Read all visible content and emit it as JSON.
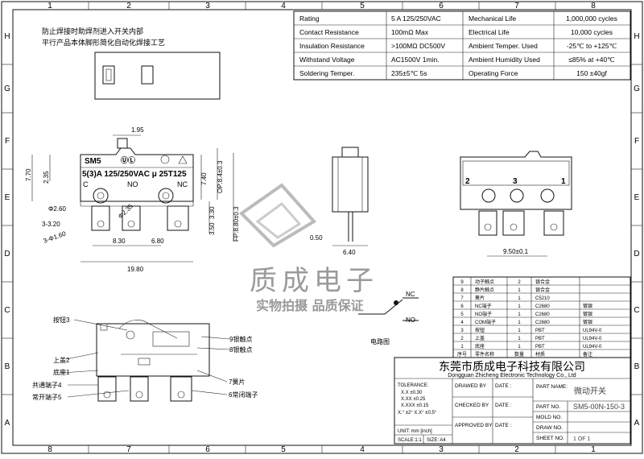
{
  "border": {
    "cols_top": [
      "1",
      "2",
      "3",
      "4",
      "5",
      "6",
      "7",
      "8"
    ],
    "cols_bottom": [
      "8",
      "7",
      "6",
      "5",
      "4",
      "3",
      "2",
      "1"
    ],
    "rows_left": [
      "H",
      "G",
      "F",
      "E",
      "D",
      "C",
      "B",
      "A"
    ],
    "rows_right": [
      "H",
      "G",
      "F",
      "E",
      "D",
      "C",
      "B",
      "A"
    ]
  },
  "notes": {
    "line1": "防止焊接时助焊剂进入开关内部",
    "line2": "平行产品本体脚形简化自动化焊接工艺"
  },
  "specs": [
    {
      "k1": "Rating",
      "v1": "5 A  125/250VAC",
      "k2": "Mechanical Life",
      "v2": "1,000,000 cycles"
    },
    {
      "k1": "Contact Resistance",
      "v1": "100mΩ Max",
      "k2": "Electrical Life",
      "v2": "10,000 cycles"
    },
    {
      "k1": "Insulation Resistance",
      "v1": ">100MΩ DC500V",
      "k2": "Ambient Temper. Used",
      "v2": "-25℃ to +125℃"
    },
    {
      "k1": "Withstand Voltage",
      "v1": "AC1500V  1min.",
      "k2": "Ambient Humidity Used",
      "v2": "≤85% at +40℃"
    },
    {
      "k1": "Soldering Temper.",
      "v1": "235±5℃ 5s",
      "k2": "Operating Force",
      "v2": "150 ±40gf"
    }
  ],
  "front_view": {
    "marking1": "SM5",
    "marking2": "5(3)A 125/250VAC μ 25T125",
    "pin_c": "C",
    "pin_no": "NO",
    "pin_nc": "NC",
    "dims": {
      "d195": "1.95",
      "d770": "7.70",
      "d235": "2.35",
      "d740": "7.40",
      "dop": "OP:8.4±0.3",
      "d260": "Φ2.60",
      "d235b": "Φ2.35",
      "d320": "3-3.20",
      "d160": "3-Φ1.60",
      "d830": "8.30",
      "d680": "6.80",
      "d1980": "19.80",
      "d330": "3.30",
      "d350": "3.50",
      "dfp": "FP:8.80±0.3"
    }
  },
  "side_view": {
    "d050": "0.50",
    "d640": "6.40"
  },
  "back_view": {
    "pin2": "2",
    "pin3": "3",
    "pin1": "1",
    "d950": "9.50±0.1"
  },
  "watermark": {
    "big": "质成电子",
    "small": "实物拍摄 品质保证"
  },
  "circuit": {
    "nc": "NC",
    "no": "NO",
    "title": "电路图"
  },
  "parts_labels": {
    "l3": "按钮3",
    "l2": "上盖2",
    "l1": "底座1",
    "l4": "共通端子4",
    "l5": "常开端子5",
    "l9": "9银触点",
    "l8": "8银触点",
    "l7": "7簧片",
    "l6": "6常闭端子"
  },
  "bom": {
    "rows": [
      {
        "no": "9",
        "name": "动子触点",
        "qty": "2",
        "mat": "银合金",
        "note": ""
      },
      {
        "no": "8",
        "name": "静片触点",
        "qty": "1",
        "mat": "银合金",
        "note": ""
      },
      {
        "no": "7",
        "name": "簧片",
        "qty": "1",
        "mat": "C5210",
        "note": ""
      },
      {
        "no": "6",
        "name": "NC端子",
        "qty": "1",
        "mat": "C2680",
        "note": "镀银"
      },
      {
        "no": "5",
        "name": "NO端子",
        "qty": "1",
        "mat": "C2680",
        "note": "镀银"
      },
      {
        "no": "4",
        "name": "COM端子",
        "qty": "1",
        "mat": "C2680",
        "note": "镀银"
      },
      {
        "no": "3",
        "name": "按钮",
        "qty": "1",
        "mat": "PBT",
        "note": "UL94V-0"
      },
      {
        "no": "2",
        "name": "上盖",
        "qty": "1",
        "mat": "PBT",
        "note": "UL94V-0"
      },
      {
        "no": "1",
        "name": "底座",
        "qty": "1",
        "mat": "PBT",
        "note": "UL94V-0"
      }
    ],
    "header": {
      "no": "序号",
      "name": "零件名称",
      "qty": "数量",
      "mat": "材质",
      "note": "备注"
    }
  },
  "title_block": {
    "company_cn": "东莞市质成电子科技有限公司",
    "company_en": "Dongguan Zhicheng Electronic Technology Co., Ltd",
    "tolerance": "TOLERANCE:",
    "tol1": "X.X    ±0.30",
    "tol2": "X.XX   ±0.25",
    "tol3": "X.XXX  ±0.15",
    "tol4": "X.° ±2°     X.X° ±0.5°",
    "unit": "UNIT:  mm  [inch]",
    "scale": "SCALE:1:1",
    "size": "SIZE: A4",
    "drawed_by": "DRAWED BY",
    "checked_by": "CHECKED BY",
    "approved_by": "APPROVED BY",
    "date": "DATE :",
    "part_name_label": "PART NAME:",
    "part_name": "微动开关",
    "part_no_label": "PART NO.",
    "part_no": "SM5-00N-150-3",
    "mold_no": "MOLD NO.",
    "draw_no": "DRAW NO.",
    "sheet_no": "SHEET NO.",
    "sheet": "1 OF 1"
  }
}
